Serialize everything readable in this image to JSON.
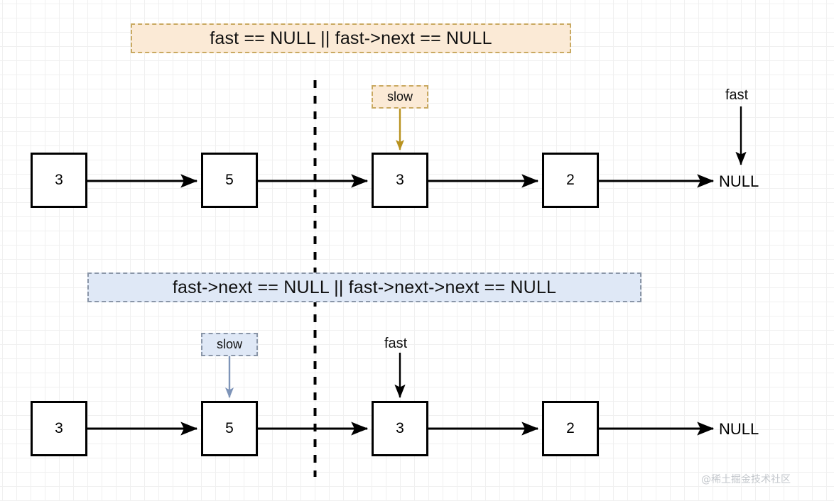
{
  "diagram": {
    "title_top": "fast == NULL || fast->next == NULL",
    "title_bottom": "fast->next == NULL || fast->next->next == NULL",
    "colors": {
      "orange_fill": "#fbead6",
      "orange_border": "#c9a961",
      "orange_arrow": "#b8921f",
      "blue_fill": "#dfe8f6",
      "blue_border": "#8a96a8",
      "blue_arrow": "#7e94b8",
      "node_border": "#000000",
      "arrow": "#000000",
      "divider": "#000000",
      "grid_minor": "#f0f0f0",
      "grid_major": "#e2e2e2"
    },
    "divider_label": "vertical-dashed-separator"
  },
  "top_section": {
    "banner": "fast == NULL || fast->next == NULL",
    "nodes": [
      {
        "value": "3"
      },
      {
        "value": "5"
      },
      {
        "value": "3"
      },
      {
        "value": "2"
      }
    ],
    "terminator": "NULL",
    "slow_pointer": {
      "label": "slow",
      "points_to_node_index": 2
    },
    "fast_pointer": {
      "label": "fast",
      "points_to": "NULL"
    }
  },
  "bottom_section": {
    "banner": "fast->next == NULL || fast->next->next == NULL",
    "nodes": [
      {
        "value": "3"
      },
      {
        "value": "5"
      },
      {
        "value": "3"
      },
      {
        "value": "2"
      }
    ],
    "terminator": "NULL",
    "slow_pointer": {
      "label": "slow",
      "points_to_node_index": 1
    },
    "fast_pointer": {
      "label": "fast",
      "points_to_node_index": 2
    }
  },
  "watermark": "@稀土掘金技术社区"
}
